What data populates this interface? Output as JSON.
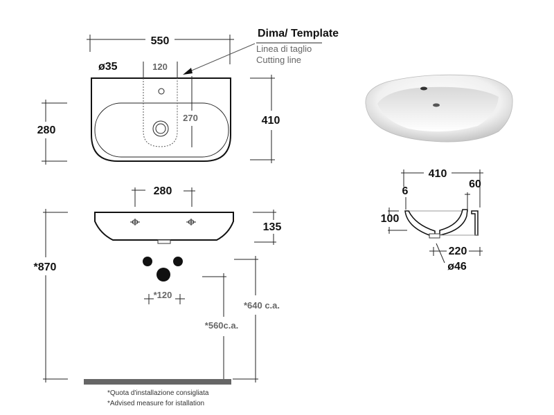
{
  "template": {
    "title": "Dima/ Template",
    "line_it": "Linea di taglio",
    "line_en": "Cutting line"
  },
  "top_view": {
    "width": "550",
    "depth": "410",
    "bowl_depth": "280",
    "tap_hole": "ø35",
    "template_width": "120",
    "template_depth": "270"
  },
  "front_view": {
    "holes_spacing": "280",
    "height": "135",
    "install_height": "*870",
    "pipes_spacing": "*120",
    "dim_560": "*560c.a.",
    "dim_640": "*640 c.a."
  },
  "section_view": {
    "depth": "410",
    "dim_60": "60",
    "dim_6": "6",
    "dim_100": "100",
    "dim_220": "220",
    "drain": "ø46"
  },
  "notes": {
    "it": "*Quota d'installazione consigliata",
    "en": "*Advised measure for istallation"
  },
  "colors": {
    "floor": "#666666"
  }
}
